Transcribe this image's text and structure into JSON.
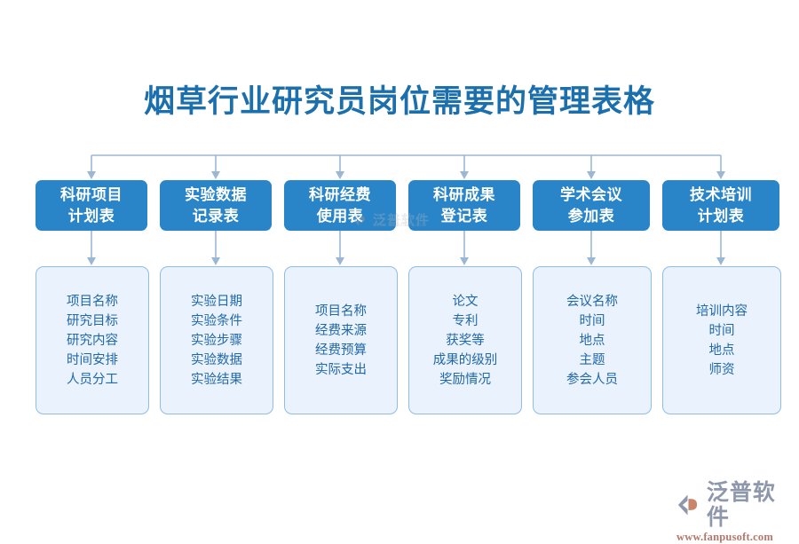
{
  "title": "烟草行业研究员岗位需要的管理表格",
  "theme": {
    "header_blue": "#2a84c8",
    "title_blue": "#1c6fad",
    "body_fill": "#eaf2fd",
    "body_border": "#8fbde4",
    "body_text": "#2168a8",
    "connector": "#9bb7d4"
  },
  "columns": [
    {
      "header_line1": "科研项目",
      "header_line2": "计划表",
      "items": [
        "项目名称",
        "研究目标",
        "研究内容",
        "时间安排",
        "人员分工"
      ]
    },
    {
      "header_line1": "实验数据",
      "header_line2": "记录表",
      "items": [
        "实验日期",
        "实验条件",
        "实验步骤",
        "实验数据",
        "实验结果"
      ]
    },
    {
      "header_line1": "科研经费",
      "header_line2": "使用表",
      "items": [
        "项目名称",
        "经费来源",
        "经费预算",
        "实际支出"
      ]
    },
    {
      "header_line1": "科研成果",
      "header_line2": "登记表",
      "items": [
        "论文",
        "专利",
        "获奖等",
        "成果的级别",
        "奖励情况"
      ]
    },
    {
      "header_line1": "学术会议",
      "header_line2": "参加表",
      "items": [
        "会议名称",
        "时间",
        "地点",
        "主题",
        "参会人员"
      ]
    },
    {
      "header_line1": "技术培训",
      "header_line2": "计划表",
      "items": [
        "培训内容",
        "时间",
        "地点",
        "师资"
      ]
    }
  ],
  "watermark": {
    "brand": "泛普软件",
    "url": "www.fanpusoft.com"
  }
}
